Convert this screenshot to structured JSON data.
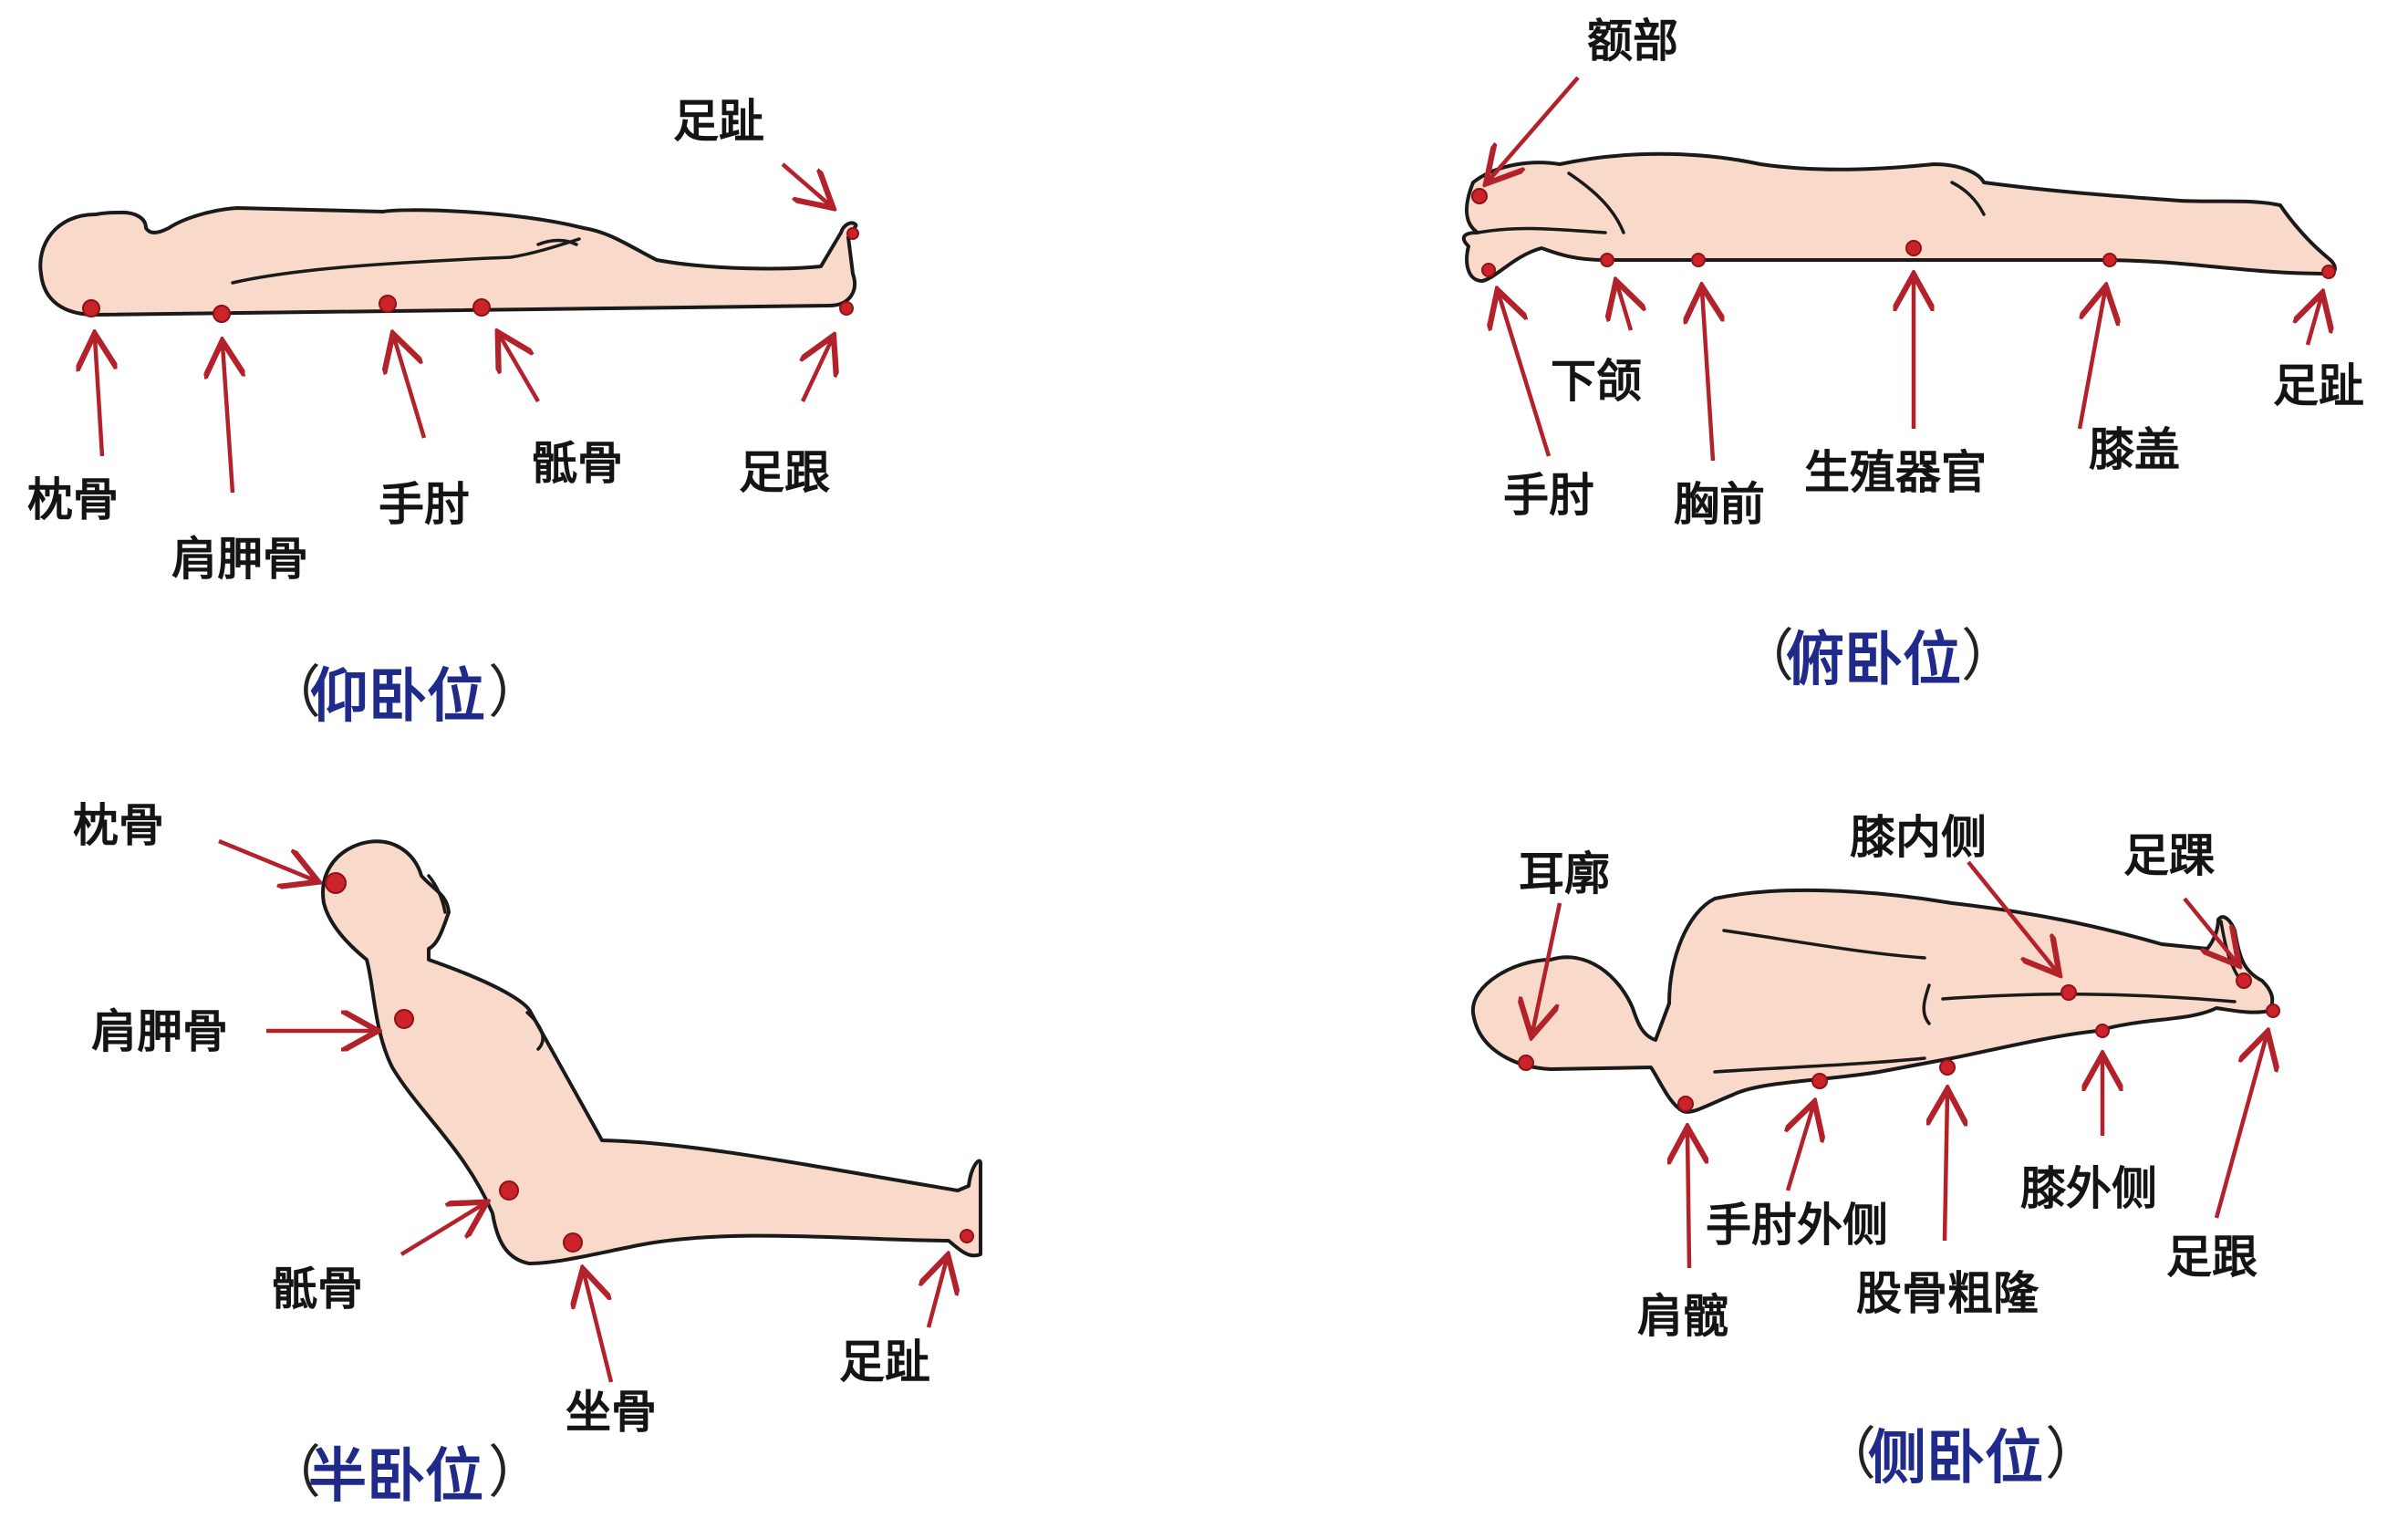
{
  "colors": {
    "skin": "#f9d9c9",
    "outline": "#1a1a1a",
    "marker": "#cc2229",
    "arrow": "#b3222a",
    "caption": "#1f2a8a"
  },
  "panels": {
    "supine": {
      "caption": "仰卧位",
      "labels": {
        "occipital": "枕骨",
        "scapula": "肩胛骨",
        "elbow": "手肘",
        "sacrum": "骶骨",
        "heel": "足跟",
        "toe": "足趾"
      }
    },
    "prone": {
      "caption": "俯卧位",
      "labels": {
        "forehead": "额部",
        "chin": "下颌",
        "elbow": "手肘",
        "chest": "胸前",
        "genital": "生殖器官",
        "knee": "膝盖",
        "toe": "足趾"
      }
    },
    "semi": {
      "caption": "半卧位",
      "labels": {
        "occipital": "枕骨",
        "scapula": "肩胛骨",
        "sacrum": "骶骨",
        "ischium": "坐骨",
        "toe": "足趾"
      }
    },
    "lateral": {
      "caption": "侧卧位",
      "labels": {
        "ear": "耳廓",
        "knee_inner": "膝内侧",
        "ankle": "足踝",
        "shoulder": "肩髋",
        "elbow_outer": "手肘外侧",
        "femur": "股骨粗隆",
        "knee_outer": "膝外侧",
        "heel": "足跟"
      }
    }
  }
}
